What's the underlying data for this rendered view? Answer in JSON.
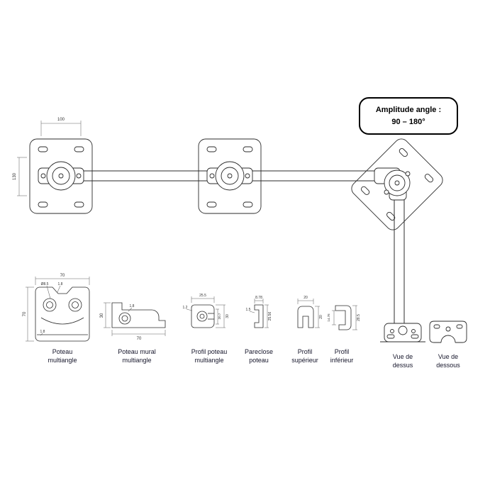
{
  "badge": {
    "line1": "Amplitude angle :",
    "line2": "90 – 180°"
  },
  "assembly": {
    "width_dim": "100",
    "height_dim": "130"
  },
  "profiles": {
    "poteau_multiangle": {
      "label1": "Poteau",
      "label2": "multiangle",
      "dim_width": "70",
      "dim_height": "70",
      "dim_hole": "Ø8.5",
      "dim_wall_top": "1.8",
      "dim_wall_bottom": "1.8"
    },
    "poteau_mural": {
      "label1": "Poteau mural",
      "label2": "multiangle",
      "dim_height": "30",
      "dim_width": "70",
      "dim_wall": "1.8"
    },
    "profil_poteau": {
      "label1": "Profil poteau",
      "label2": "multiangle",
      "dim_width": "25.5",
      "dim_wall": "1.2",
      "dim_height": "30",
      "dim_inner": "20.7"
    },
    "pareclose": {
      "label1": "Pareclose",
      "label2": "poteau",
      "dim_width": "8.78",
      "dim_wall": "1.5",
      "dim_height": "25.56"
    },
    "profil_superieur": {
      "label1": "Profil",
      "label2": "supérieur",
      "dim_width": "20",
      "dim_height": "20"
    },
    "profil_inferieur": {
      "label1": "Profil",
      "label2": "inférieur",
      "dim_height": "28.5",
      "dim_inner": "14.76"
    },
    "vue_dessus": {
      "label1": "Vue de",
      "label2": "dessus"
    },
    "vue_dessous": {
      "label1": "Vue de",
      "label2": "dessous"
    }
  }
}
